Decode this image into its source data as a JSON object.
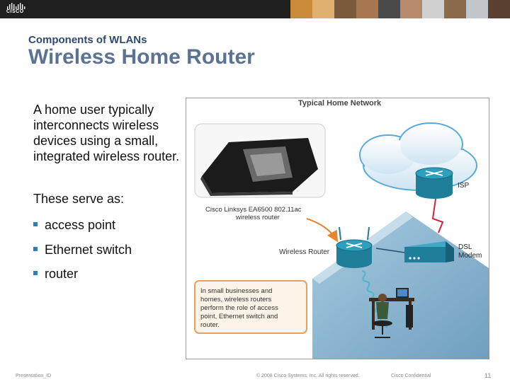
{
  "header": {
    "logo_text": "CISCO",
    "subtitle": "Components of WLANs",
    "title": "Wireless Home Router"
  },
  "content": {
    "intro": "A home user typically interconnects wireless devices using a small, integrated wireless router.",
    "serve_as": "These serve as:",
    "bullets": [
      "access point",
      "Ethernet switch",
      "router"
    ]
  },
  "diagram": {
    "title": "Typical Home Network",
    "router_caption_1": "Cisco Linksys EA6500 802.11ac",
    "router_caption_2": "wireless router",
    "isp_label": "ISP",
    "wireless_router_label": "Wireless Router",
    "dsl_label_1": "DSL",
    "dsl_label_2": "Modem",
    "note_lines": [
      "In small businesses and",
      "homes, wireless routers",
      "perform the role of access",
      "point, Ethernet switch  and",
      "router."
    ]
  },
  "footer": {
    "left": "Presentation_ID",
    "center": "© 2008 Cisco Systems, Inc. All rights reserved.",
    "confidential": "Cisco Confidential",
    "page": "11"
  },
  "colors": {
    "accent": "#2b7fbf",
    "title": "#5b7391",
    "subtitle": "#2e4a72",
    "note_border": "#e8a060",
    "house": "#8fb6cf"
  }
}
